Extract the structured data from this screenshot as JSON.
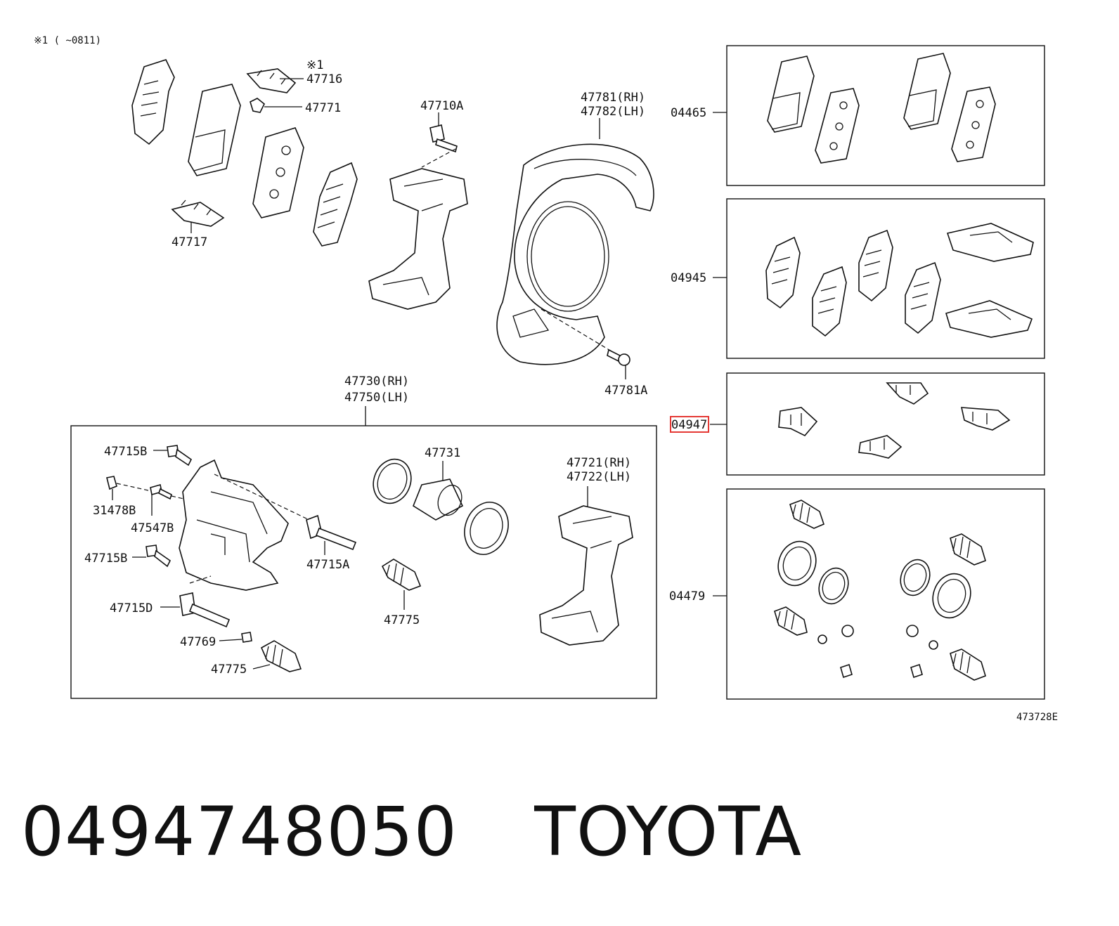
{
  "note": "※1 (      ~0811)",
  "callouts": {
    "c47716_mark": "※1",
    "c47716": "47716",
    "c47771": "47771",
    "c47717": "47717",
    "c47710A": "47710A",
    "c47781": "47781(RH)",
    "c47782": "47782(LH)",
    "c47781A": "47781A",
    "c47730": "47730(RH)",
    "c47750": "47750(LH)",
    "c47715B_top": "47715B",
    "c31478B": "31478B",
    "c47547B": "47547B",
    "c47715B_bot": "47715B",
    "c47715A": "47715A",
    "c47715D": "47715D",
    "c47769": "47769",
    "c47775_left": "47775",
    "c47731": "47731",
    "c47775_mid": "47775",
    "c47721": "47721(RH)",
    "c47722": "47722(LH)"
  },
  "kits": {
    "k04465": "04465",
    "k04945": "04945",
    "k04947": "04947",
    "k04479": "04479"
  },
  "highlight": {
    "part": "04947",
    "color": "#e53935"
  },
  "drawing_id": "473728E",
  "caption": {
    "part_number": "0494748050",
    "brand": "TOYOTA"
  }
}
